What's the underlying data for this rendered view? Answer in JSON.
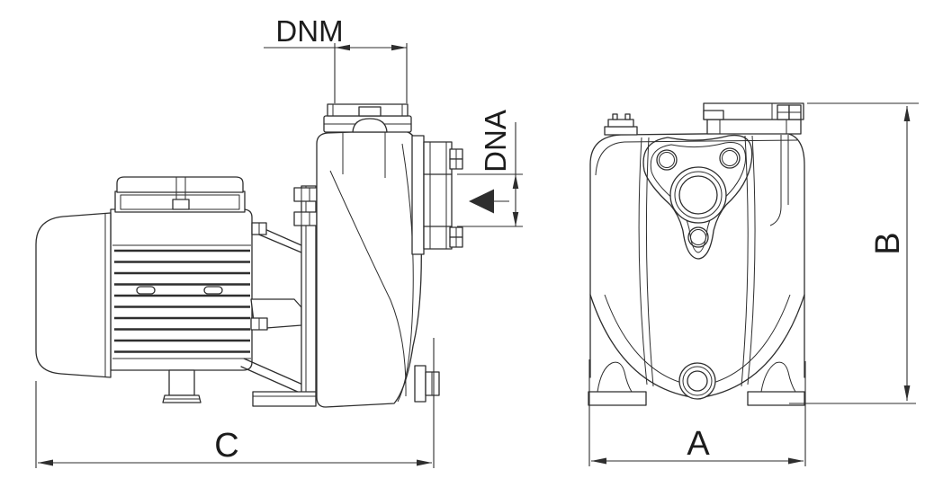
{
  "drawing": {
    "background": "#ffffff",
    "line_color": "#2e2e2e",
    "views": {
      "side_view": "pump-and-motor-side-view",
      "front_view": "pump-front-view"
    }
  },
  "dimension_labels": {
    "discharge_port": "DNM",
    "suction_port": "DNA",
    "overall_length": "C",
    "base_width": "A",
    "overall_height": "B"
  }
}
